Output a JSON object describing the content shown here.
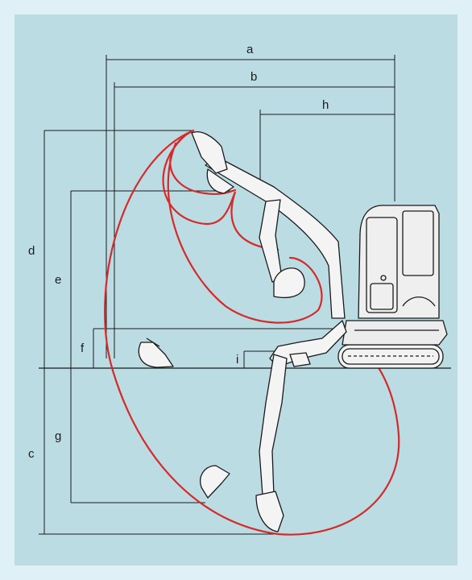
{
  "colors": {
    "background": "#dff1f6",
    "panel": "#bcdce4",
    "reach_envelope": "#d42a2a",
    "line": "#1a1a1a"
  },
  "dimension_labels": {
    "a": "a",
    "b": "b",
    "c": "c",
    "d": "d",
    "e": "e",
    "f": "f",
    "g": "g",
    "h": "h",
    "i": "i"
  }
}
